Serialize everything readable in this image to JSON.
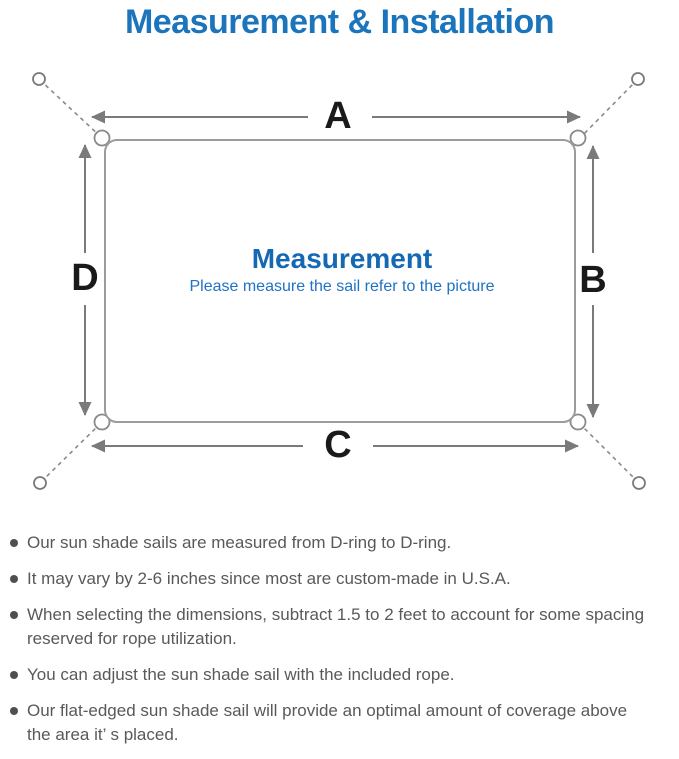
{
  "title": "Measurement & Installation",
  "diagram": {
    "label_a": "A",
    "label_b": "B",
    "label_c": "C",
    "label_d": "D",
    "center_title": "Measurement",
    "center_subtitle": "Please measure the sail refer to the picture",
    "colors": {
      "title_blue": "#1b75bc",
      "center_heading_blue": "#1568b3",
      "center_subtitle_blue": "#2072c4",
      "line_gray": "#7a7a7a",
      "sail_border_gray": "#9c9c9c",
      "bullet_text_gray": "#595959",
      "label_black": "#1a1a1a"
    }
  },
  "bullets": [
    {
      "lines": [
        "Our sun shade sails are measured from D-ring to D-ring."
      ]
    },
    {
      "lines": [
        "It may vary by 2-6 inches since most are custom-made in U.S.A."
      ]
    },
    {
      "lines": [
        "When selecting the dimensions, subtract 1.5 to 2 feet to account for some spacing",
        "reserved for rope utilization."
      ]
    },
    {
      "lines": [
        "You can adjust the sun shade sail with the included rope."
      ]
    },
    {
      "lines": [
        "Our flat-edged sun shade sail will provide an optimal amount of coverage above",
        "the area it’ s placed."
      ]
    }
  ]
}
